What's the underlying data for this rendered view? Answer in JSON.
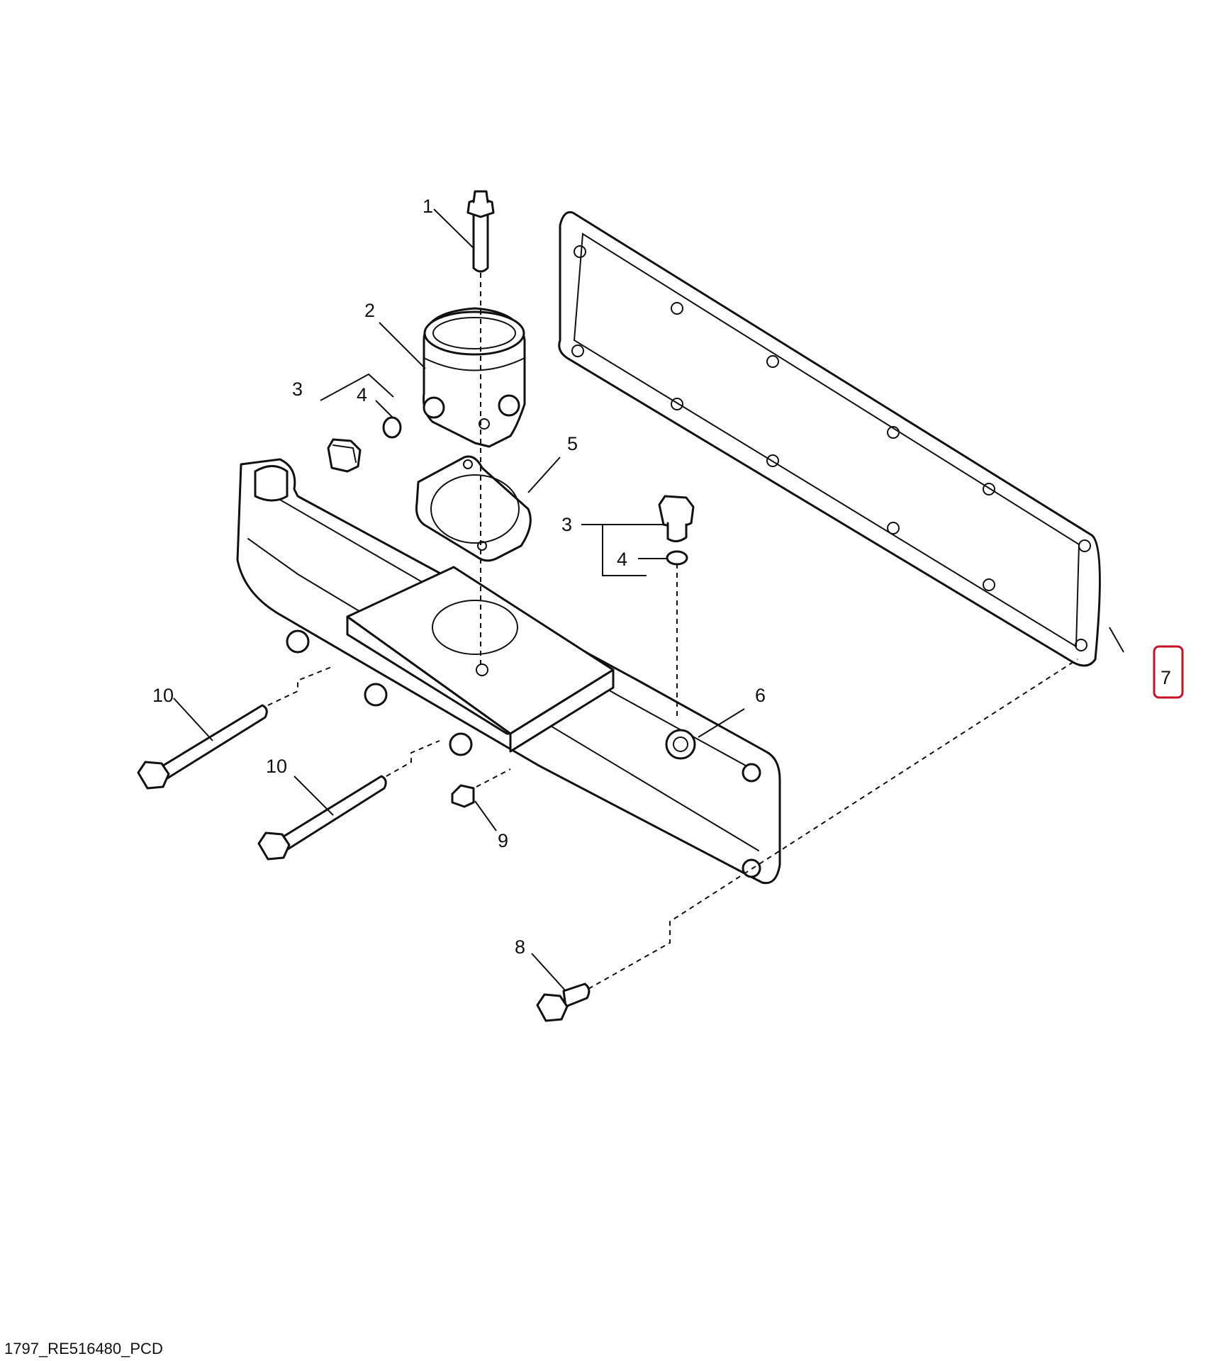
{
  "figure_id": "1797_RE516480_PCD",
  "highlight_color": "#c8102e",
  "highlighted_callout": "7",
  "callouts": {
    "c1": "1",
    "c2": "2",
    "c3a": "3",
    "c4a": "4",
    "c5": "5",
    "c3b": "3",
    "c4b": "4",
    "c6": "6",
    "c7": "7",
    "c10a": "10",
    "c10b": "10",
    "c9": "9",
    "c8": "8"
  },
  "parts": [
    {
      "callout": "1",
      "icon": "flange-bolt-icon"
    },
    {
      "callout": "2",
      "icon": "filter-housing-icon"
    },
    {
      "callout": "3",
      "icon": "plug-icon"
    },
    {
      "callout": "4",
      "icon": "o-ring-icon"
    },
    {
      "callout": "5",
      "icon": "gasket-icon"
    },
    {
      "callout": "6",
      "icon": "manifold-icon"
    },
    {
      "callout": "7",
      "icon": "long-gasket-icon"
    },
    {
      "callout": "8",
      "icon": "flange-bolt-icon"
    },
    {
      "callout": "9",
      "icon": "plug-icon"
    },
    {
      "callout": "10",
      "icon": "long-bolt-icon"
    }
  ]
}
